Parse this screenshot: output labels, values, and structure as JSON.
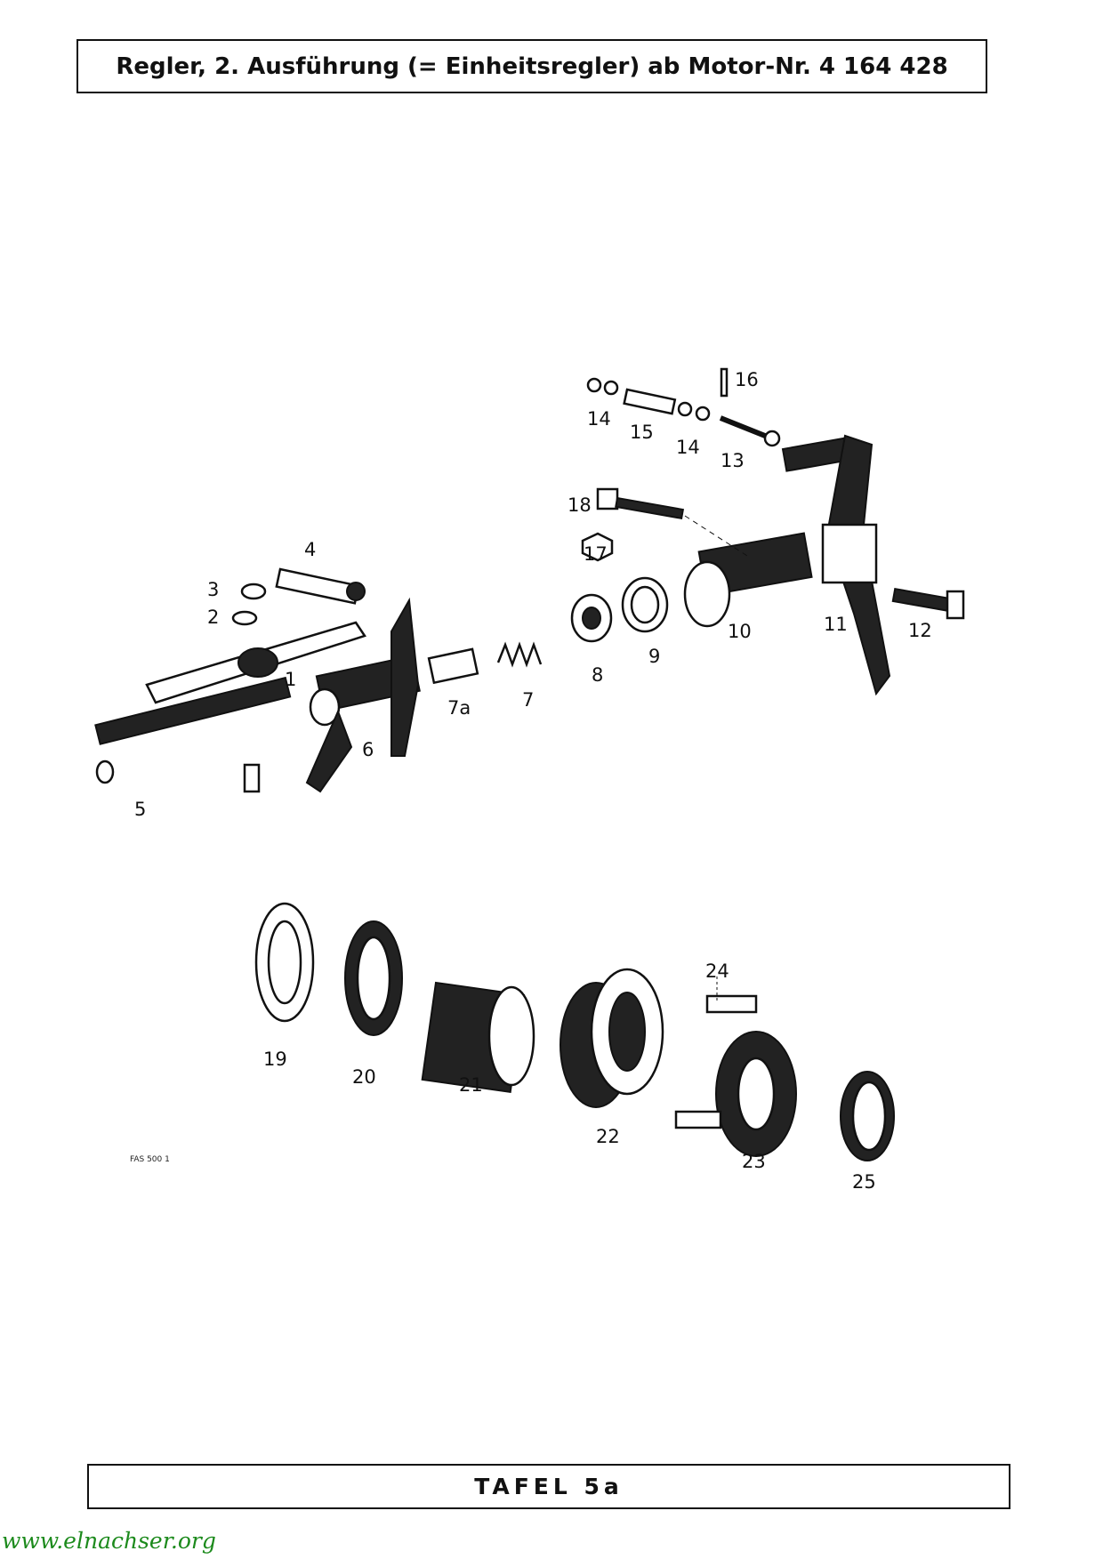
{
  "header": {
    "title": "Regler, 2. Ausführung (= Einheitsregler) ab Motor-Nr. 4 164 428"
  },
  "footer": {
    "plate": "TAFEL 5a",
    "watermark": "www.elnachser.org"
  },
  "drawing_code": "FAS 500 1",
  "part_labels": {
    "p1": "1",
    "p2": "2",
    "p3": "3",
    "p4": "4",
    "p5": "5",
    "p6": "6",
    "p7": "7",
    "p7a": "7a",
    "p8": "8",
    "p9": "9",
    "p10": "10",
    "p11": "11",
    "p12": "12",
    "p13": "13",
    "p14a": "14",
    "p14b": "14",
    "p15": "15",
    "p16": "16",
    "p17": "17",
    "p18": "18",
    "p19": "19",
    "p20": "20",
    "p21": "21",
    "p22": "22",
    "p23": "23",
    "p24": "24",
    "p25": "25"
  }
}
